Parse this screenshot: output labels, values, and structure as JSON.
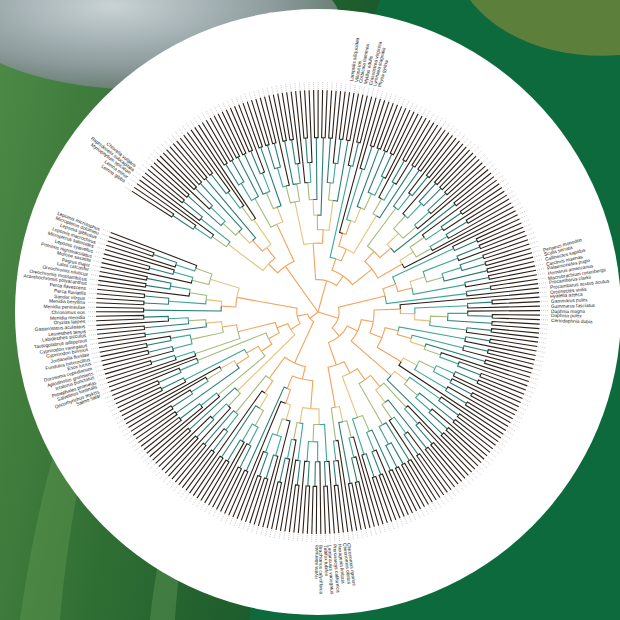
{
  "diagram": {
    "labels": [
      "Lemna gibba",
      "Lemna minor",
      "Myriophyllum spicatum",
      "Raphidocelis subcapitata",
      "Chlorella vulgaris",
      "Lampsilis siliquoidea",
      "Villosa iris",
      "Corbicula fluminea",
      "Mytilus edulis",
      "Crassostrea virginica",
      "Lymnaea stagnalis",
      "Physa gyrina",
      "Penaeus monodon",
      "Scylla serrata",
      "Callinectes sapidus",
      "Carcinus maenas",
      "Palaemonetes pugio",
      "Homarus americanus",
      "Macrobrachium rosenbergii",
      "Procambarus clarkii",
      "Procambarus acutus acutus",
      "Orconectes virilis",
      "Hyalella azteca",
      "Gammarus pulex",
      "Gammarus fasciatus",
      "Daphnia magna",
      "Daphnia pulex",
      "Ceriodaphnia dubia",
      "Chironomus riparius",
      "Chironomus dilutus",
      "Hexagenia limbata",
      "Pteronarcys californica",
      "Lumbriculus variegatus",
      "Tubifex tubifex",
      "Brachionus calyciflorus",
      "Hydra attenuata",
      "Lepomis microlophus",
      "Micropterus dolomieu",
      "Lepomis gibbosus",
      "Lepomis macrochirus",
      "Micropterus salmoides",
      "Lepomis cyanellus",
      "Pomoxis nigromaculatus",
      "Morone saxatilis",
      "Pagrus major",
      "Lates calcarifer",
      "Oreochromis niloticus",
      "Oreochromis mossambicus",
      "Acanthochromis polyacanthus",
      "Perca flavescens",
      "Perca fluviatilis",
      "Sander vitreus",
      "Menidia beryllina",
      "Menidia peninsulae",
      "Chrosomus eos",
      "Menidia menidia",
      "Oryzias latipes",
      "Gasterosteus aculeatus",
      "Leuresthes tenuis",
      "Labidesthes sicculus",
      "Tautogolabrus adspersus",
      "Cyprinodon variegatus",
      "Cyprinodon bovinus",
      "Jordanella floridae",
      "Fundulus heteroclitus",
      "Esox lucius",
      "Dorosoma cepedianum",
      "Aplodinotus grunniens",
      "Ictalurus punctatus",
      "Pimephales promelas",
      "Salvelinus fontinalis",
      "Oncorhynchus mykiss",
      "Salmo salar"
    ]
  }
}
